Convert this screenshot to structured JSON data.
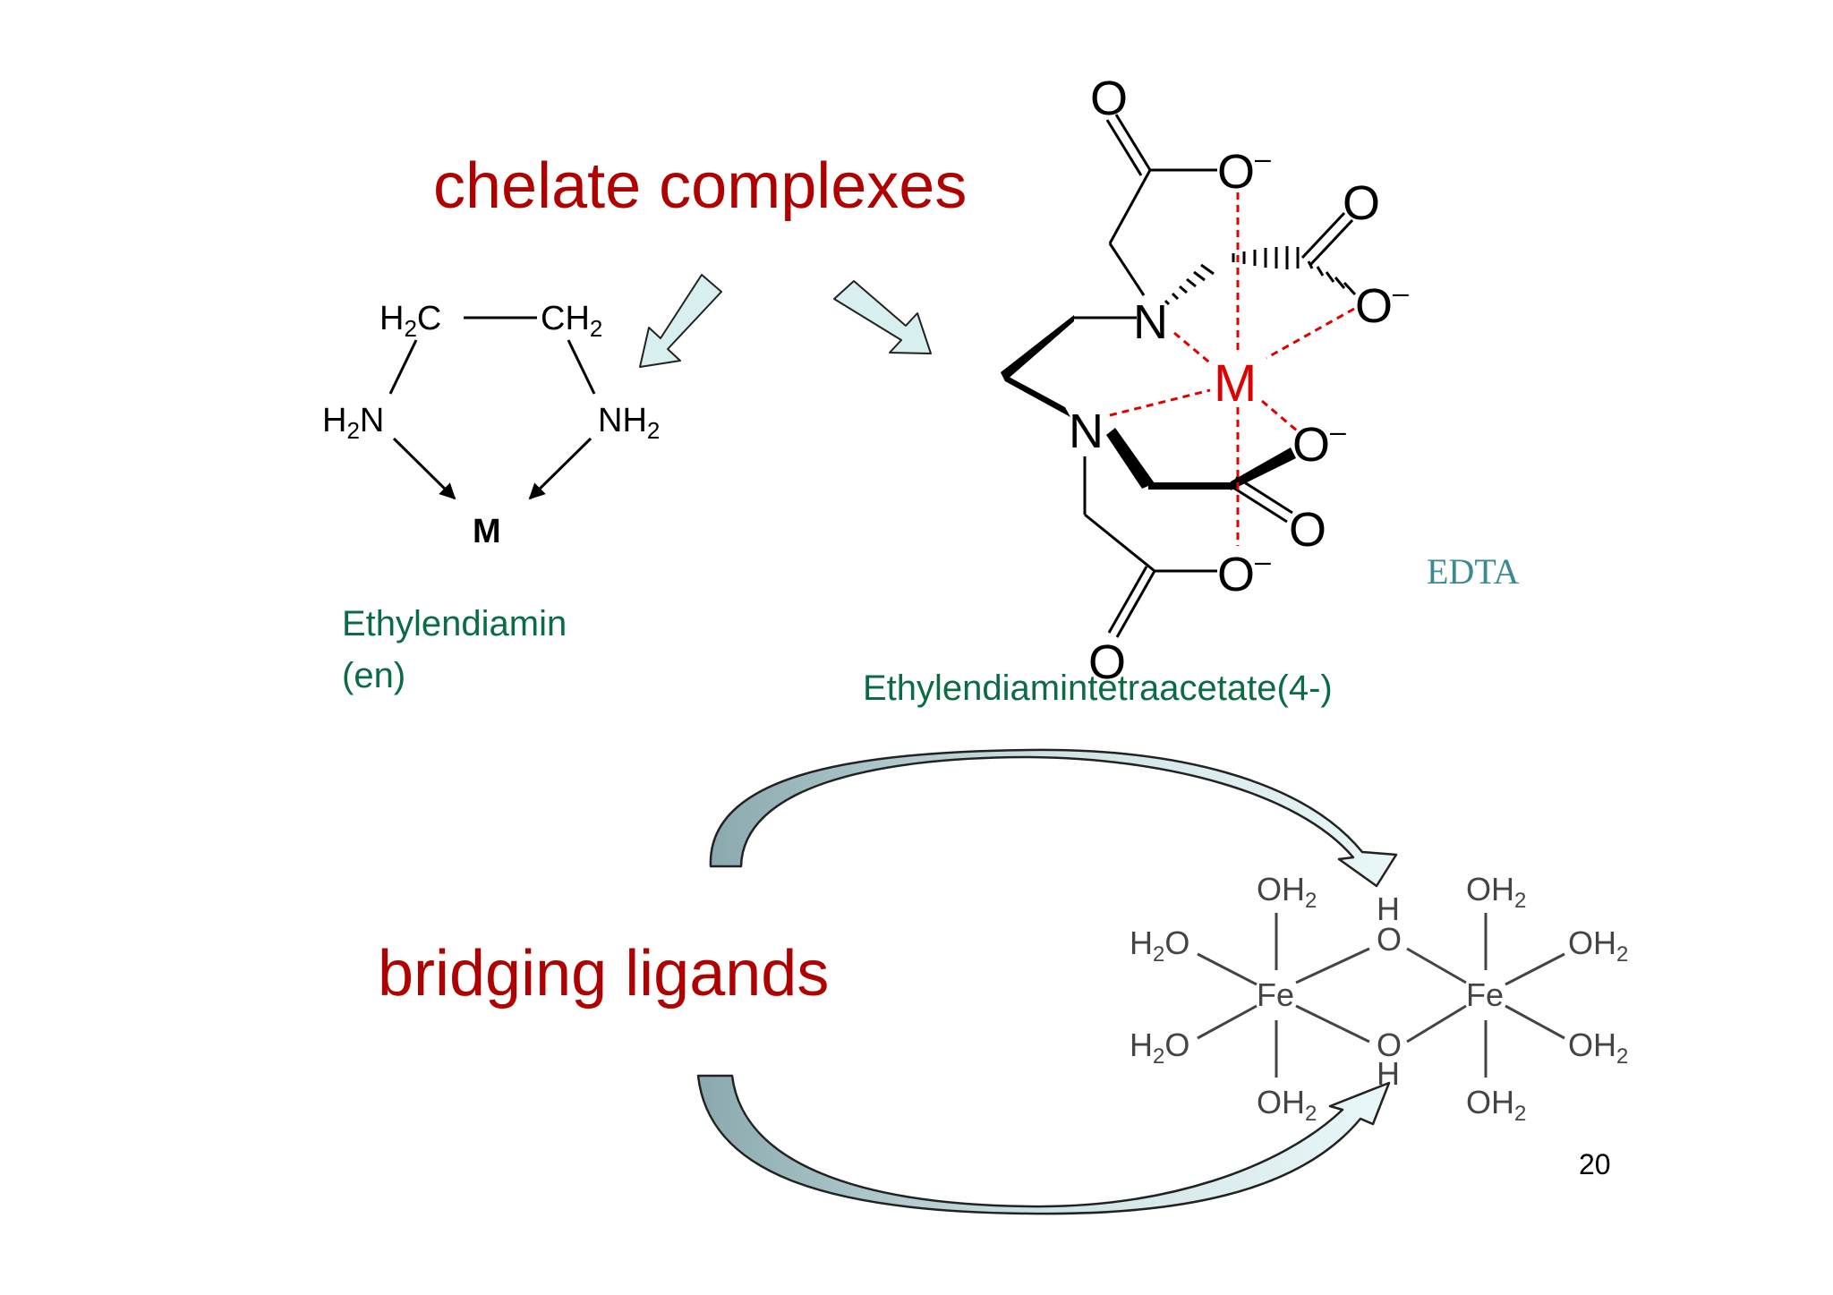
{
  "slide": {
    "heading_chelate": "chelate complexes",
    "heading_bridging": "bridging ligands",
    "page_number": "20"
  },
  "ethylenediamine": {
    "caption_line1": "Ethylendiamin",
    "caption_line2": "(en)",
    "atoms": {
      "h2c_left": "H",
      "h2c_left_sub": "2",
      "h2c_left_tail": "C",
      "ch2_right": "CH",
      "ch2_right_sub": "2",
      "h2n_left": "H",
      "h2n_left_sub": "2",
      "h2n_left_tail": "N",
      "nh2_right": "NH",
      "nh2_right_sub": "2",
      "metal": "M"
    }
  },
  "edta": {
    "label": "EDTA",
    "caption": "Ethylendiamintetraacetate(4-)",
    "atoms": {
      "n_upper": "N",
      "n_lower": "N",
      "metal": "M",
      "o_top": "O",
      "o_top_anion": "O",
      "o_right_top": "O",
      "o_right_anion": "O",
      "o_mid_anion": "O",
      "o_mid": "O",
      "o_bottom_anion": "O",
      "o_bottom": "O",
      "minus": "–"
    },
    "colors": {
      "metal": "#e00000",
      "coordination_bond": "#e00000"
    }
  },
  "diiron": {
    "atoms": {
      "fe_left": "Fe",
      "fe_right": "Fe",
      "oh2": "OH",
      "oh2_sub": "2",
      "h2o": "H",
      "h2o_sub": "2",
      "h2o_tail": "O",
      "bridge_o": "O",
      "bridge_h": "H"
    }
  },
  "colors": {
    "heading": "#b00000",
    "caption": "#0a6b45",
    "edta_label": "#3a8a91",
    "arrow_fill": "#d8eff0"
  }
}
